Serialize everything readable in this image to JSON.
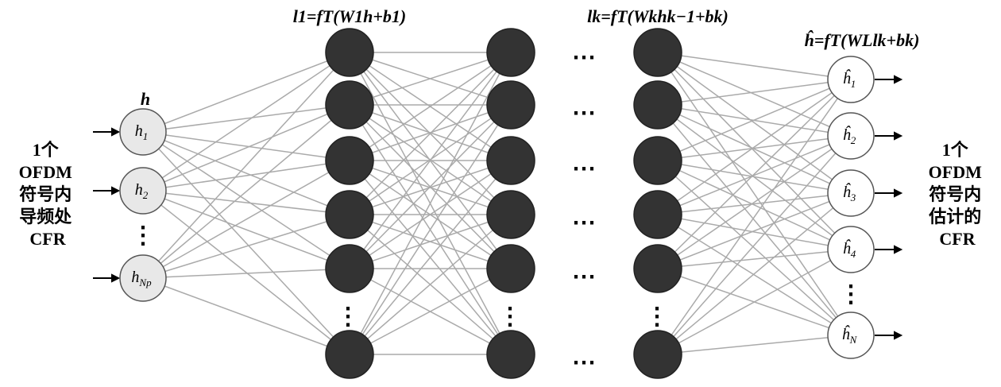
{
  "left_caption": [
    "1个",
    "OFDM",
    "符号内",
    "导频处",
    "CFR"
  ],
  "right_caption": [
    "1个",
    "OFDM",
    "符号内",
    "估计的",
    "CFR"
  ],
  "input_layer": {
    "title": "h",
    "nodes": [
      {
        "base": "h",
        "sub": "1"
      },
      {
        "base": "h",
        "sub": "2"
      },
      {
        "base": "h",
        "sub": "Np"
      }
    ]
  },
  "hidden_layers": {
    "first_formula": "l1=fT(W1h+b1)",
    "k_formula": "lk=fT(Wkhk−1+bk)",
    "between_dots": "⋯"
  },
  "output_layer": {
    "formula": "ĥ=fT(WLlk+bk)",
    "nodes": [
      {
        "base": "ĥ",
        "sub": "1"
      },
      {
        "base": "ĥ",
        "sub": "2"
      },
      {
        "base": "ĥ",
        "sub": "3"
      },
      {
        "base": "ĥ",
        "sub": "4"
      },
      {
        "base": "ĥ",
        "sub": "N"
      }
    ]
  },
  "vertical_dots": "⋮",
  "colors": {
    "input_node_fill": "#e8e8e8",
    "hidden_node_fill": "#333333",
    "output_node_fill": "#ffffff",
    "edge": "#aaaaaa"
  }
}
